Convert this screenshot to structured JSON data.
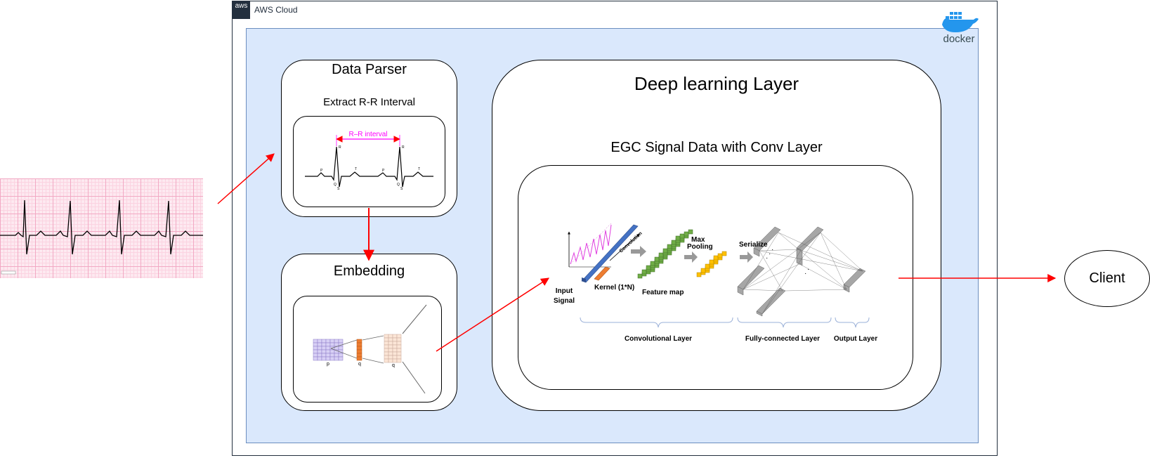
{
  "cloud": {
    "badge": "aws",
    "label": "AWS Cloud"
  },
  "docker": {
    "logo_text": "docker",
    "logo_icon": "docker-whale-icon"
  },
  "data_parser": {
    "title": "Data Parser",
    "subtitle": "Extract  R-R Interval",
    "interval_label": "R–R interval",
    "wave_labels": {
      "p1": "P",
      "q1": "Q",
      "r1": "R",
      "s1": "S",
      "t1": "T",
      "p2": "P",
      "q2": "Q",
      "r2": "R",
      "s2": "S",
      "t2": "T"
    }
  },
  "embedding": {
    "title": "Embedding",
    "labels": {
      "left": "p",
      "middle": "q",
      "right": "q"
    }
  },
  "deep_learning": {
    "title": "Deep learning Layer",
    "subtitle": "EGC Signal Data with Conv Layer",
    "figure": {
      "input_signal": [
        "Input",
        "Signal"
      ],
      "kernel": "Kernel (1*N)",
      "convolution": "Convolution",
      "feature_map": "Feature map",
      "max_pooling": [
        "Max",
        "Pooling"
      ],
      "serialize": "Serialize",
      "convolutional_layer": "Convolutional Layer",
      "fully_connected_layer": "Fully-connected Layer",
      "output_layer": "Output Layer"
    }
  },
  "client": {
    "label": "Client"
  },
  "colors": {
    "arrow": "#ff0000",
    "panel_fill": "#dae8fc",
    "panel_border": "#6c8ebf",
    "aws_dark": "#232f3e",
    "docker_blue": "#2496ed",
    "interval_magenta": "#ff00ff"
  }
}
